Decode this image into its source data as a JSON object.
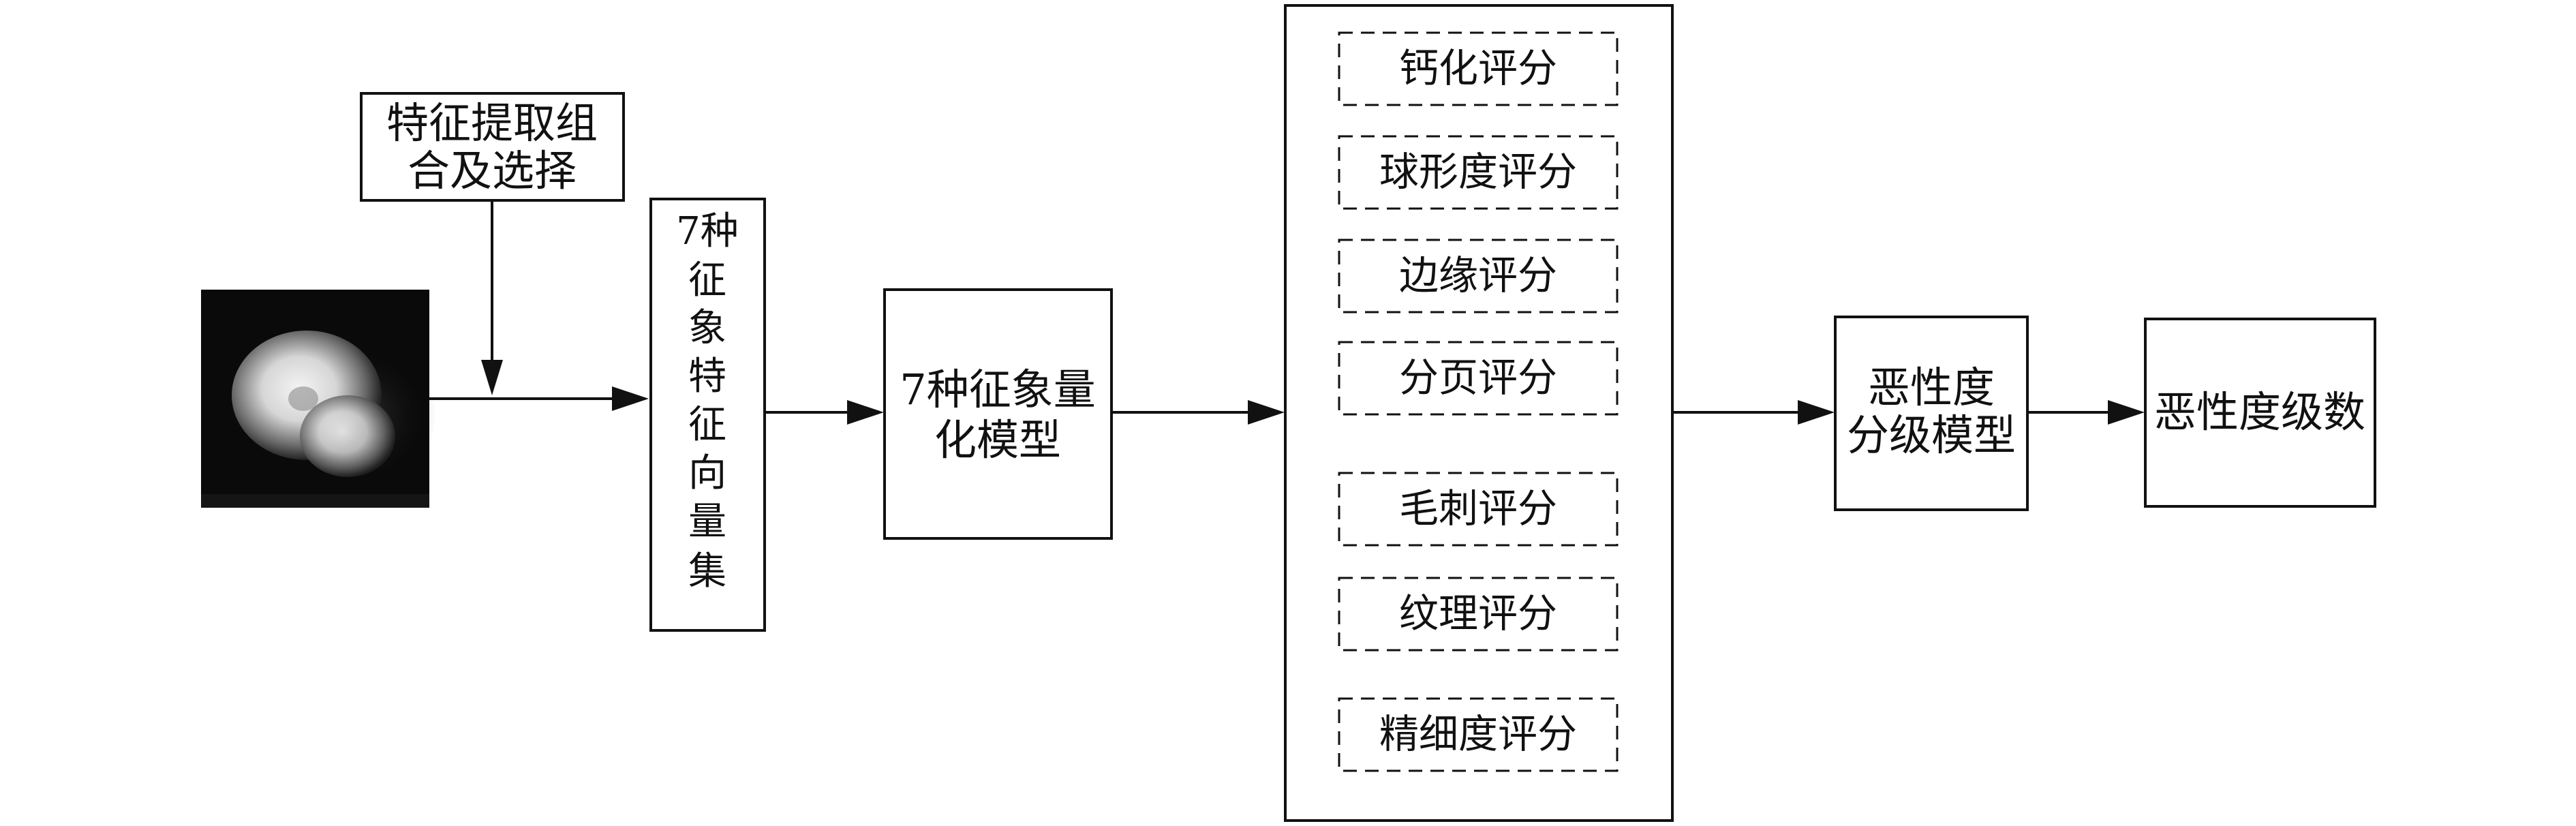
{
  "feature_box": {
    "lines": [
      "特征提取组",
      "合及选择"
    ]
  },
  "vector_set_box": {
    "chars": [
      "7种",
      "征",
      "象",
      "特",
      "征",
      "向",
      "量",
      "集"
    ]
  },
  "quant_model_box": {
    "lines": [
      "7种征象量",
      "化模型"
    ]
  },
  "scores": [
    {
      "label": "钙化评分"
    },
    {
      "label": "球形度评分"
    },
    {
      "label": "边缘评分"
    },
    {
      "label": "分页评分"
    },
    {
      "label": "毛刺评分"
    },
    {
      "label": "纹理评分"
    },
    {
      "label": "精细度评分"
    }
  ],
  "grading_model_box": {
    "lines": [
      "恶性度",
      "分级模型"
    ]
  },
  "output_box": {
    "label": "恶性度级数"
  }
}
